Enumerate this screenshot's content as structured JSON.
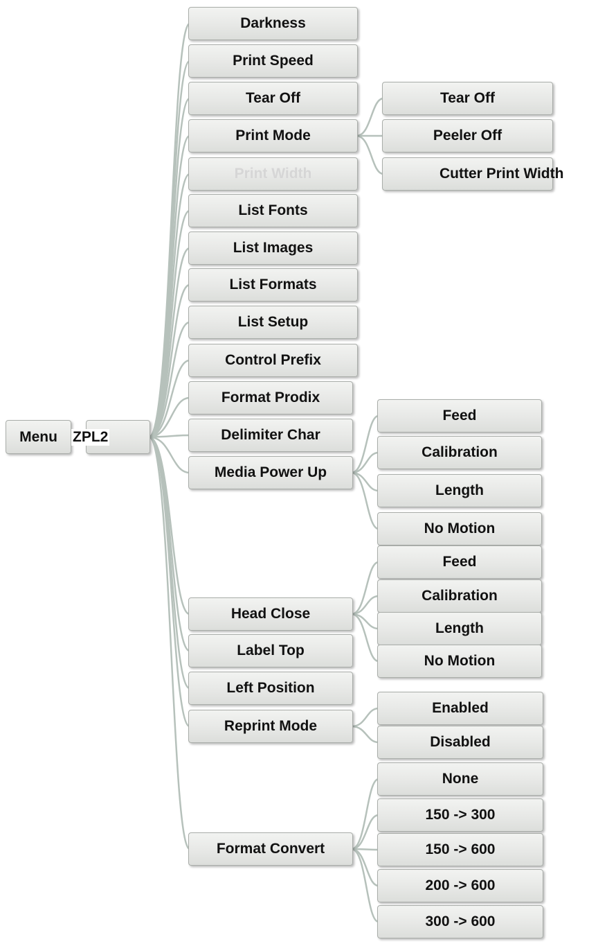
{
  "root": {
    "label": "Menu"
  },
  "branch": {
    "label": "ZPL2"
  },
  "items": [
    {
      "id": "darkness",
      "label": "Darkness"
    },
    {
      "id": "print-speed",
      "label": "Print Speed"
    },
    {
      "id": "tear-off",
      "label": "Tear Off"
    },
    {
      "id": "print-mode",
      "label": "Print Mode",
      "children": [
        {
          "id": "pm-tear-off",
          "label": "Tear Off"
        },
        {
          "id": "pm-peeler-off",
          "label": "Peeler Off"
        },
        {
          "id": "pm-cutter",
          "label": "Cutter Print Width"
        }
      ]
    },
    {
      "id": "print-width",
      "label": "Print Width",
      "faded": true
    },
    {
      "id": "list-fonts",
      "label": "List Fonts"
    },
    {
      "id": "list-images",
      "label": "List Images"
    },
    {
      "id": "list-formats",
      "label": "List Formats"
    },
    {
      "id": "list-setup",
      "label": "List Setup"
    },
    {
      "id": "control-prefix",
      "label": "Control Prefix"
    },
    {
      "id": "format-prodix",
      "label": "Format Prodix"
    },
    {
      "id": "delimiter-char",
      "label": "Delimiter Char"
    },
    {
      "id": "media-power-up",
      "label": "Media Power Up",
      "children": [
        {
          "id": "mpu-feed",
          "label": "Feed"
        },
        {
          "id": "mpu-calibration",
          "label": "Calibration"
        },
        {
          "id": "mpu-length",
          "label": "Length"
        },
        {
          "id": "mpu-no-motion",
          "label": "No Motion"
        }
      ]
    },
    {
      "id": "head-close",
      "label": "Head Close",
      "children": [
        {
          "id": "hc-feed",
          "label": "Feed"
        },
        {
          "id": "hc-calibration",
          "label": "Calibration"
        },
        {
          "id": "hc-length",
          "label": "Length"
        },
        {
          "id": "hc-no-motion",
          "label": "No Motion"
        }
      ]
    },
    {
      "id": "label-top",
      "label": "Label Top"
    },
    {
      "id": "left-position",
      "label": "Left Position"
    },
    {
      "id": "reprint-mode",
      "label": "Reprint Mode",
      "children": [
        {
          "id": "rm-enabled",
          "label": "Enabled"
        },
        {
          "id": "rm-disabled",
          "label": "Disabled"
        }
      ]
    },
    {
      "id": "format-convert",
      "label": "Format Convert",
      "children": [
        {
          "id": "fc-none",
          "label": "None"
        },
        {
          "id": "fc-150-300",
          "label": "150 -> 300"
        },
        {
          "id": "fc-150-600",
          "label": "150 -> 600"
        },
        {
          "id": "fc-200-600",
          "label": "200 -> 600"
        },
        {
          "id": "fc-300-600",
          "label": "300 -> 600"
        }
      ]
    }
  ],
  "colors": {
    "connector": "#b6c1bb",
    "box_fill": "#e7e8e6",
    "box_border": "#a9ada9",
    "text": "#111111",
    "faded_text": "#d6d6d6"
  }
}
